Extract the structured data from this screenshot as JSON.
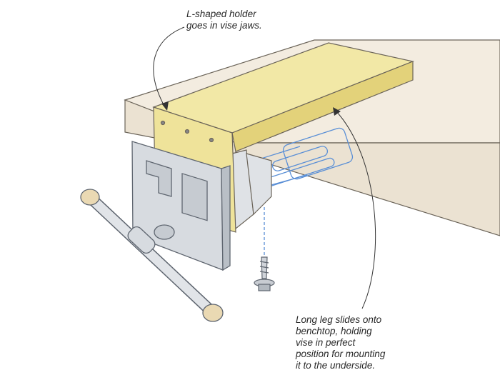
{
  "figure": {
    "callouts": [
      {
        "id": "holder",
        "text": "L-shaped holder goes in vise jaws.",
        "lines": [
          "L-shaped holder",
          "goes in vise jaws."
        ]
      },
      {
        "id": "leg",
        "text": "Long leg slides onto benchtop, holding vise in perfect position for mounting it to the underside.",
        "lines": [
          "Long leg slides onto",
          "benchtop, holding",
          "vise in perfect",
          "position for mounting",
          "it to the underside."
        ]
      }
    ],
    "colors": {
      "wood": "#efe39a",
      "wood_side": "#e3d27a",
      "bench": "#f2eadc",
      "vise": "#d7dbe0",
      "hidden_lines": "#5a8fd6",
      "handle_cap": "#ead9b3"
    }
  }
}
